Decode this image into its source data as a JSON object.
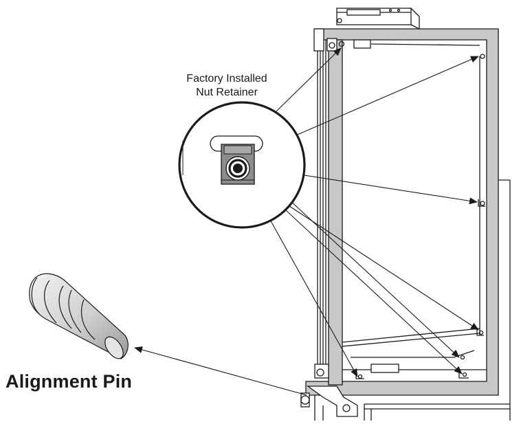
{
  "labels": {
    "nut_retainer_line1": "Factory Installed",
    "nut_retainer_line2": "Nut Retainer",
    "alignment_pin": "Alignment Pin"
  },
  "colors": {
    "line": "#1a1a1a",
    "frame_fill": "#c8c8c8",
    "retainer_fill": "#8c8c8c",
    "pin_fill": "#d4d4d4",
    "background": "#ffffff"
  }
}
